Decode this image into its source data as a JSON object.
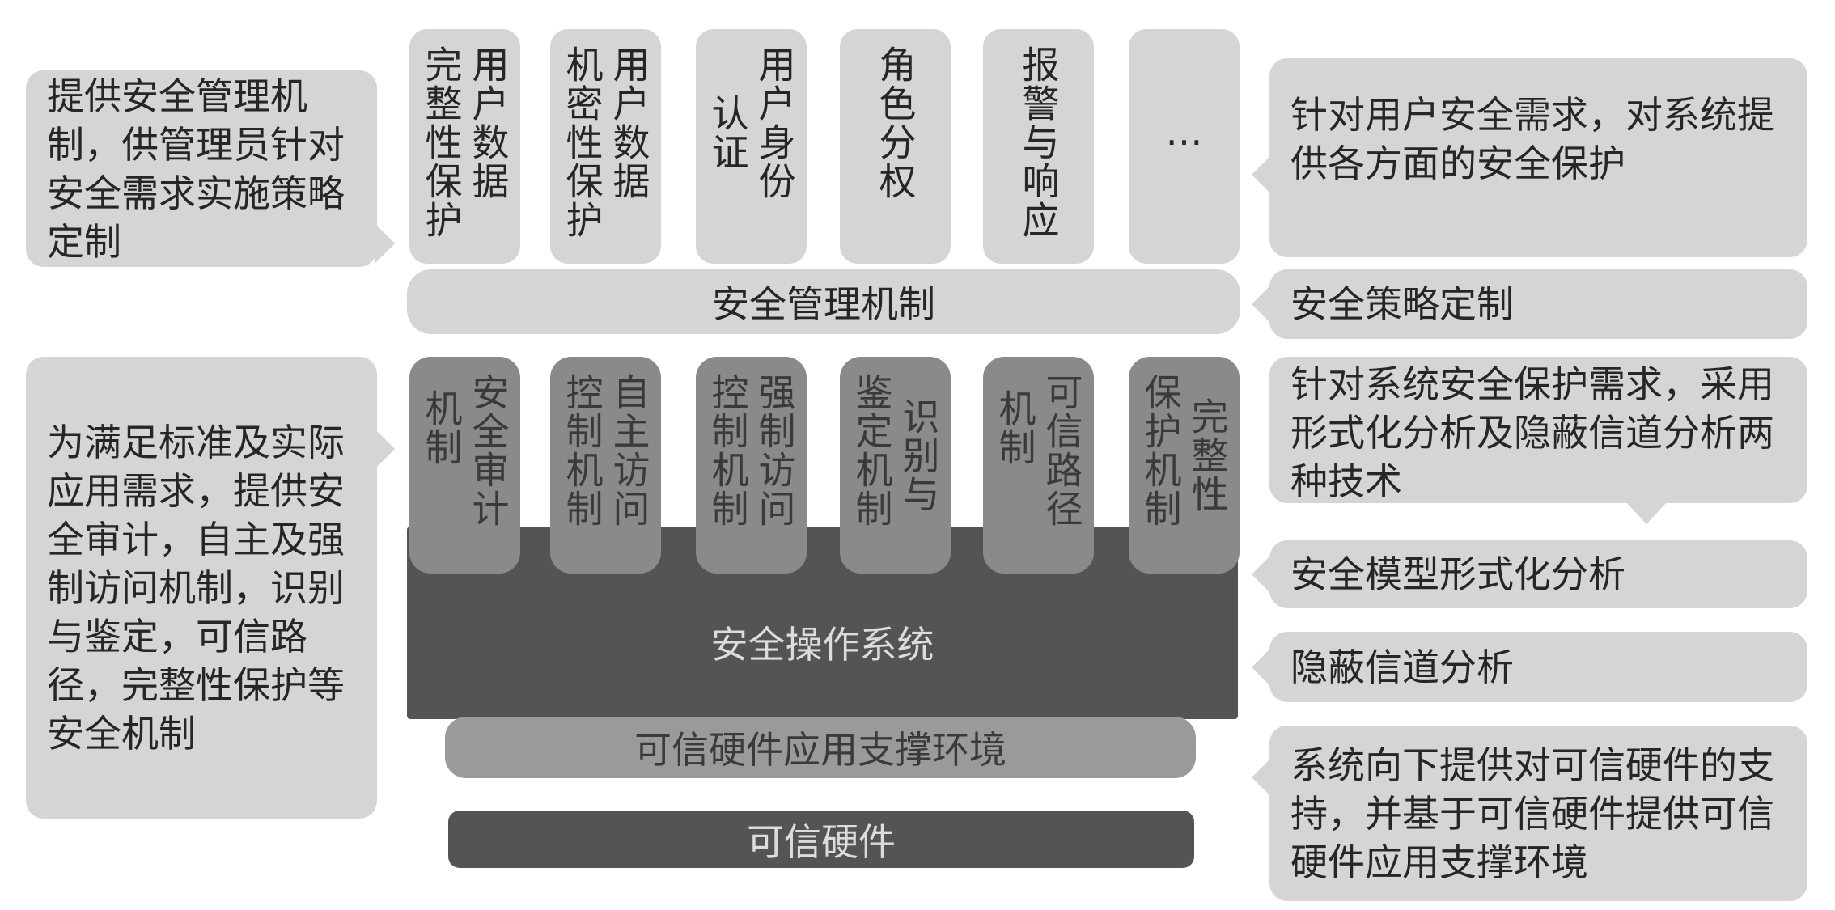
{
  "left_callouts": {
    "top": "提供安全管理机制，供管理员针对安全需求实施策略定制",
    "bottom": "为满足标准及实际应用需求，提供安全审计，自主及强制访问机制，识别与鉴定，可信路径，完整性保护等安全机制"
  },
  "top_mechanisms": [
    {
      "lines": [
        "用户数据",
        "完整性保护"
      ]
    },
    {
      "lines": [
        "用户数据",
        "机密性保护"
      ]
    },
    {
      "lines": [
        "用户身份",
        "认证"
      ]
    },
    {
      "lines": [
        "角色分权"
      ]
    },
    {
      "lines": [
        "报警与响应"
      ]
    },
    {
      "lines": [
        "…"
      ]
    }
  ],
  "management_bar": "安全管理机制",
  "os_mechanisms": [
    {
      "lines": [
        "安全审计",
        "机制"
      ]
    },
    {
      "lines": [
        "自主访问",
        "控制机制"
      ]
    },
    {
      "lines": [
        "强制访问",
        "控制机制"
      ]
    },
    {
      "lines": [
        "识别与",
        "鉴定机制"
      ]
    },
    {
      "lines": [
        "可信路径",
        "机制"
      ]
    },
    {
      "lines": [
        "完整性",
        "保护机制"
      ]
    }
  ],
  "os_label": "安全操作系统",
  "support_env": "可信硬件应用支撑环境",
  "hardware": "可信硬件",
  "right_callouts": [
    "针对用户安全需求，对系统提供各方面的安全保护",
    "安全策略定制",
    "针对系统安全保护需求，采用形式化分析及隐蔽信道分析两种技术",
    "安全模型形式化分析",
    "隐蔽信道分析",
    "系统向下提供对可信硬件的支持，并基于可信硬件提供可信硬件应用支撑环境"
  ],
  "colors": {
    "light": "#d5d5d5",
    "tab": "#8a8a8a",
    "dark": "#545454"
  }
}
